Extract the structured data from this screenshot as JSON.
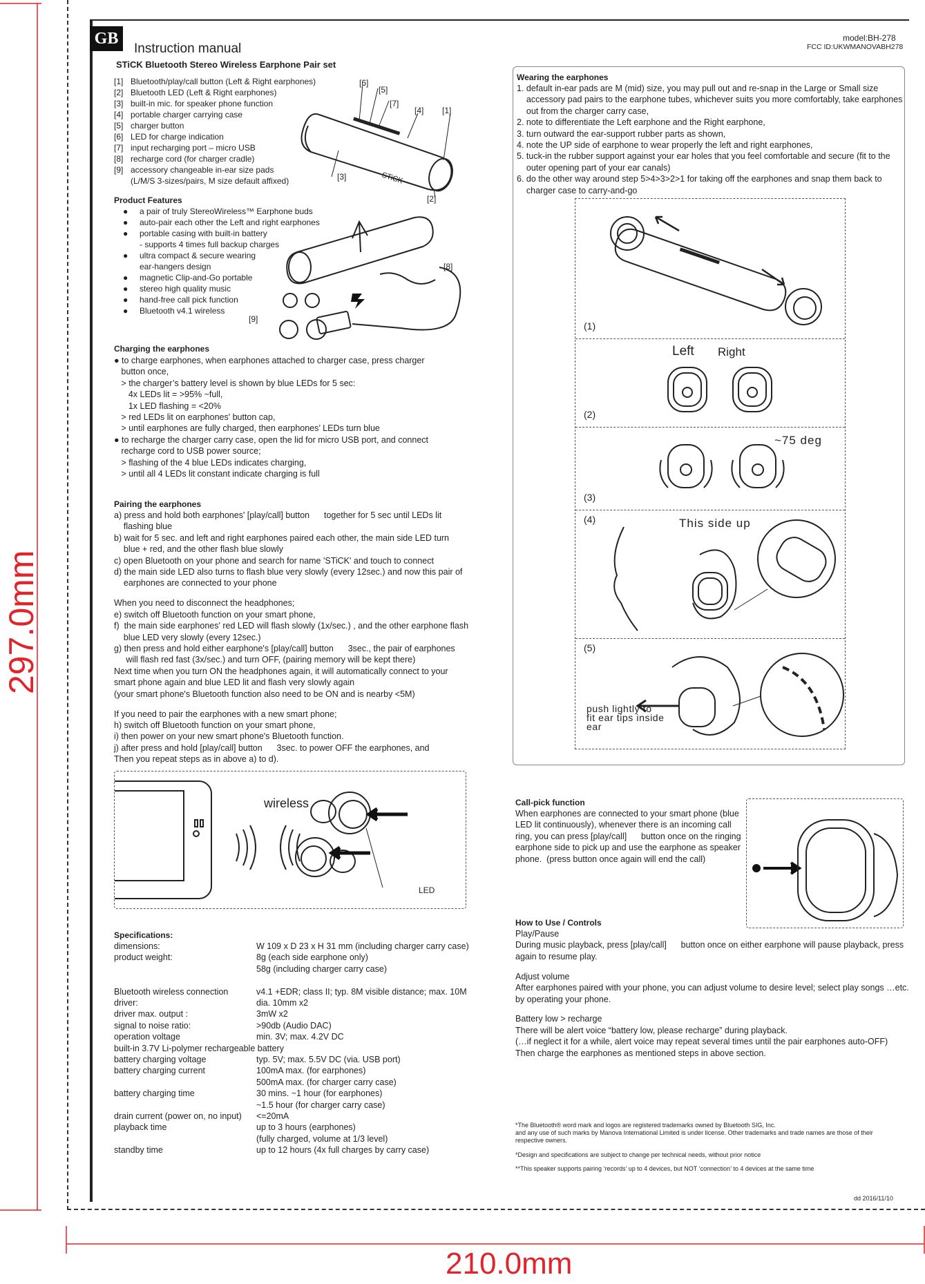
{
  "dimensions": {
    "height": "297.0mm",
    "width": "210.0mm"
  },
  "header": {
    "lang_badge": "GB",
    "title": "Instruction manual",
    "model": "model:BH-278",
    "fcc": "FCC ID:UKWMANOVABH278",
    "subtitle_a": "STiCK  Bluetooth Stereo Wireless",
    "subtitle_b": "Earphone Pair set"
  },
  "parts": [
    {
      "num": "[1]",
      "text": "Bluetooth/play/call button (Left & Right earphones)"
    },
    {
      "num": "[2]",
      "text": "Bluetooth LED (Left & Right earphones)"
    },
    {
      "num": "[3]",
      "text": "built-in mic. for speaker phone function"
    },
    {
      "num": "[4]",
      "text": "portable charger carrying case"
    },
    {
      "num": "[5]",
      "text": "charger button"
    },
    {
      "num": "[6]",
      "text": "LED for charge indication"
    },
    {
      "num": "[7]",
      "text": "input recharging port – micro USB"
    },
    {
      "num": "[8]",
      "text": "recharge cord (for charger cradle)"
    },
    {
      "num": "[9]",
      "text": "accessory changeable in-ear size pads"
    },
    {
      "num": "",
      "text": "(L/M/S 3-sizes/pairs, M size default affixed)"
    }
  ],
  "part_callouts": [
    "[6]",
    "[5]",
    "[7]",
    "[4]",
    "[1]",
    "[3]",
    "[2]",
    "[8]",
    "[9]"
  ],
  "case_brand": "STiCK",
  "features": {
    "title": "Product Features",
    "items": [
      "a pair of truly StereoWireless™ Earphone buds",
      "auto-pair each other the Left and right earphones",
      "portable casing with built-in battery",
      "- supports 4 times full backup charges",
      "ultra compact & secure wearing",
      "ear-hangers design",
      "magnetic Clip-and-Go portable",
      "stereo high quality music",
      "hand-free call pick function",
      "Bluetooth v4.1 wireless"
    ]
  },
  "charging": {
    "title": "Charging the earphones",
    "lines": [
      "● to charge earphones, when earphones attached to charger case, press charger",
      "   button once,",
      "   > the charger’s battery level is shown by blue LEDs for 5 sec:",
      "      4x LEDs lit = >95% ~full,",
      "      1x LED flashing = <20%",
      "   > red LEDs lit on earphones' button cap,",
      "   > until earphones are fully charged, then earphones’ LEDs turn blue",
      "● to recharge the charger carry case, open the lid for micro USB port, and connect",
      "   recharge cord to USB power source;",
      "   > flashing of the 4 blue LEDs indicates charging,",
      "   > until all 4 LEDs lit constant indicate charging is full"
    ]
  },
  "pairing": {
    "title": "Pairing the earphones",
    "lines": [
      "a) press and hold both earphones' [play/call] button      together for 5 sec until LEDs lit",
      "    flashing blue",
      "b) wait for 5 sec. and left and right earphones paired each other, the main side LED turn",
      "    blue + red, and the other flash blue slowly",
      "c) open Bluetooth on your phone and search for name 'STiCK' and touch to connect",
      "d) the main side LED also turns to flash blue very slowly (every 12sec.) and now this pair of",
      "    earphones are connected to your phone",
      "",
      "When you need to disconnect the headphones;",
      "e) switch off Bluetooth function on your smart phone,",
      "f)  the main side earphones' red LED will flash slowly (1x/sec.) , and the other earphone flash",
      "    blue LED very slowly (every 12sec.)",
      "g) then press and hold either earphone's [play/call] button      3sec., the pair of earphones",
      "     will flash red fast (3x/sec.) and turn OFF, (pairing memory will be kept there)",
      "Next time when you turn ON the headphones again, it will automatically connect to your",
      "smart phone again and blue LED lit and flash very slowly again",
      "(your smart phone's Bluetooth function also need to be ON and is nearby <5M)",
      "",
      "If you need to pair the earphones with a new smart phone;",
      "h) switch off Bluetooth function on your smart phone,",
      "i) then power on your new smart phone's Bluetooth function.",
      "j) after press and hold [play/call] button      3sec. to power OFF the earphones, and",
      "Then you repeat steps as in above a) to d)."
    ]
  },
  "wireless_figure": {
    "label": "wireless",
    "led_label": "LED"
  },
  "specs": {
    "title": "Specifications:",
    "rows": [
      {
        "k": "dimensions:",
        "v": "W 109 x D 23 x H 31 mm (including charger carry case)"
      },
      {
        "k": "product weight:",
        "v": "8g (each side earphone only)"
      },
      {
        "k": "",
        "v": "58g (including charger carry case)"
      },
      {
        "k": "",
        "v": ""
      },
      {
        "k": "Bluetooth wireless connection",
        "v": "v4.1 +EDR; class II; typ. 8M visible distance; max. 10M"
      },
      {
        "k": "driver:",
        "v": "dia. 10mm x2"
      },
      {
        "k": "driver max. output :",
        "v": "3mW x2"
      },
      {
        "k": "signal to noise ratio:",
        "v": ">90db (Audio DAC)"
      },
      {
        "k": "operation voltage",
        "v": "min. 3V; max. 4.2V DC"
      },
      {
        "k": "built-in 3.7V Li-polymer rechargeable battery",
        "v": ""
      },
      {
        "k": "battery charging voltage",
        "v": "typ. 5V; max. 5.5V DC (via. USB port)"
      },
      {
        "k": "battery charging current",
        "v": "100mA max. (for earphones)"
      },
      {
        "k": "",
        "v": "500mA max. (for charger carry case)"
      },
      {
        "k": "battery charging time",
        "v": "30 mins. ~1 hour (for earphones)"
      },
      {
        "k": "",
        "v": "~1.5 hour (for charger carry case)"
      },
      {
        "k": "drain current (power on, no input)",
        "v": "<=20mA"
      },
      {
        "k": "playback time",
        "v": "up to 3 hours (earphones)"
      },
      {
        "k": "",
        "v": "(fully charged, volume at 1/3 level)"
      },
      {
        "k": "standby time",
        "v": " up to 12 hours (4x full charges by carry case)"
      }
    ]
  },
  "wearing": {
    "title": "Wearing the earphones",
    "lines": [
      "1. default in-ear pads are M (mid) size, you may pull out and re-snap in the Large or Small size",
      "    accessory pad pairs to the earphone tubes, whichever suits you more comfortably, take earphones",
      "    out from the charger carry case,",
      "2. note to differentiate the Left earphone and the Right earphone,",
      "3. turn outward the ear-support rubber parts as shown,",
      "4. note the UP side of earphone to wear properly the left and right earphones,",
      "5. tuck-in the rubber support against your ear holes that you feel comfortable and secure (fit to the",
      "    outer opening part of your ear canals)",
      "6. do the other way around step 5>4>3>2>1 for taking off the earphones and snap them back to",
      "    charger case to carry-and-go"
    ],
    "steps": {
      "s1": "(1)",
      "s2": "(2)",
      "s3": "(3)",
      "s4": "(4)",
      "s5": "(5)",
      "left": "Left",
      "right": "Right",
      "deg": "~75 deg",
      "up": "This side up",
      "push": "push lightly to\nfit ear tips inside\near"
    }
  },
  "call": {
    "title": "Call-pick function",
    "lines": [
      "When earphones are connected to your smart phone (blue",
      "LED lit continuously), whenever there is an incoming call",
      "ring, you can press [play/call]      button once on the ringing",
      "earphone side to pick up and use the earphone as speaker",
      "phone.  (press button once again will end the call)"
    ]
  },
  "howto": {
    "title": "How to Use / Controls",
    "lines": [
      "Play/Pause",
      "During music playback, press [play/call]      button once on either earphone will pause playback, press",
      "again to resume play.",
      "",
      "Adjust volume",
      "After earphones paired with your phone, you can adjust volume to desire level; select play songs …etc.",
      "by operating your phone.",
      "",
      "Battery low > recharge",
      "There will be alert voice “battery low, please recharge” during playback.",
      "(…if neglect it for a while, alert voice may repeat several times until the pair earphones auto-OFF)",
      "Then charge the earphones as mentioned steps in above section."
    ]
  },
  "footnotes": [
    "*The Bluetooth® word mark and logos are registered trademarks owned by Bluetooth SIG, Inc.",
    "and any use of such marks by Manova International Limited is under license. Other trademarks and trade names are those of their",
    "respective owners.",
    "",
    "*Design and specifications are subject to change per technical needs, without prior notice",
    "",
    "**This speaker supports pairing ‘records’ up to 4 devices, but NOT ‘connection’ to 4 devices at the same time"
  ],
  "date": "dd 2016/11/10",
  "colors": {
    "dimension": "#e0242b",
    "text": "#231f20"
  }
}
